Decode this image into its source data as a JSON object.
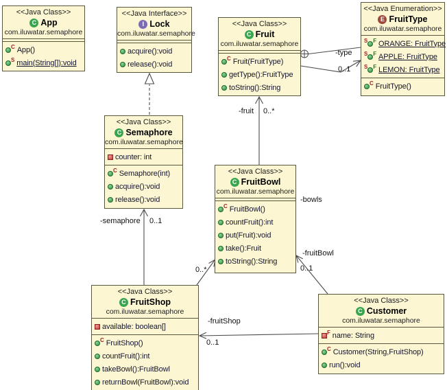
{
  "diagram": {
    "order": [
      "app",
      "lock",
      "fruit",
      "fruittype",
      "semaphore",
      "fruitbowl",
      "fruitshop",
      "customer"
    ],
    "classes": {
      "app": {
        "stereotype": "<<Java Class>>",
        "icon": "C",
        "icon_kind": "class",
        "name": "App",
        "package": "com.iluwatar.semaphore",
        "fields": [],
        "methods": [
          {
            "text": "App()",
            "icon": "public",
            "post": "C",
            "post_color": "red"
          },
          {
            "text": "main(String[]):void",
            "icon": "public",
            "post": "S",
            "post_color": "red",
            "underline": true
          }
        ]
      },
      "lock": {
        "stereotype": "<<Java Interface>>",
        "icon": "I",
        "icon_kind": "interface",
        "name": "Lock",
        "package": "com.iluwatar.semaphore",
        "fields": [],
        "methods": [
          {
            "text": "acquire():void",
            "icon": "public"
          },
          {
            "text": "release():void",
            "icon": "public"
          }
        ]
      },
      "fruit": {
        "stereotype": "<<Java Class>>",
        "icon": "C",
        "icon_kind": "class",
        "name": "Fruit",
        "package": "com.iluwatar.semaphore",
        "fields": [],
        "methods": [
          {
            "text": "Fruit(FruitType)",
            "icon": "public",
            "post": "C",
            "post_color": "red"
          },
          {
            "text": "getType():FruitType",
            "icon": "public"
          },
          {
            "text": "toString():String",
            "icon": "public"
          }
        ]
      },
      "fruittype": {
        "stereotype": "<<Java Enumeration>>",
        "icon": "E",
        "icon_kind": "enum",
        "name": "FruitType",
        "package": "com.iluwatar.semaphore",
        "fields": [
          {
            "text": "ORANGE: FruitType",
            "icon": "public",
            "pre": "S",
            "pre_color": "red",
            "post": "F",
            "post_color": "green",
            "underline": true
          },
          {
            "text": "APPLE: FruitType",
            "icon": "public",
            "pre": "S",
            "pre_color": "red",
            "post": "F",
            "post_color": "green",
            "underline": true
          },
          {
            "text": "LEMON: FruitType",
            "icon": "public",
            "pre": "S",
            "pre_color": "red",
            "post": "F",
            "post_color": "green",
            "underline": true
          }
        ],
        "methods": [
          {
            "text": "FruitType()",
            "icon": "public",
            "post": "C",
            "post_color": "red"
          }
        ]
      },
      "semaphore": {
        "stereotype": "<<Java Class>>",
        "icon": "C",
        "icon_kind": "class",
        "name": "Semaphore",
        "package": "com.iluwatar.semaphore",
        "fields": [
          {
            "text": "counter: int",
            "icon": "private"
          }
        ],
        "methods": [
          {
            "text": "Semaphore(int)",
            "icon": "public",
            "post": "C",
            "post_color": "red"
          },
          {
            "text": "acquire():void",
            "icon": "public"
          },
          {
            "text": "release():void",
            "icon": "public"
          }
        ]
      },
      "fruitbowl": {
        "stereotype": "<<Java Class>>",
        "icon": "C",
        "icon_kind": "class",
        "name": "FruitBowl",
        "package": "com.iluwatar.semaphore",
        "fields": [],
        "methods": [
          {
            "text": "FruitBowl()",
            "icon": "public",
            "post": "C",
            "post_color": "red"
          },
          {
            "text": "countFruit():int",
            "icon": "public"
          },
          {
            "text": "put(Fruit):void",
            "icon": "public"
          },
          {
            "text": "take():Fruit",
            "icon": "public"
          },
          {
            "text": "toString():String",
            "icon": "public"
          }
        ]
      },
      "fruitshop": {
        "stereotype": "<<Java Class>>",
        "icon": "C",
        "icon_kind": "class",
        "name": "FruitShop",
        "package": "com.iluwatar.semaphore",
        "fields": [
          {
            "text": "available: boolean[]",
            "icon": "private"
          }
        ],
        "methods": [
          {
            "text": "FruitShop()",
            "icon": "public",
            "post": "C",
            "post_color": "red"
          },
          {
            "text": "countFruit():int",
            "icon": "public"
          },
          {
            "text": "takeBowl():FruitBowl",
            "icon": "public"
          },
          {
            "text": "returnBowl(FruitBowl):void",
            "icon": "public"
          }
        ]
      },
      "customer": {
        "stereotype": "<<Java Class>>",
        "icon": "C",
        "icon_kind": "class",
        "name": "Customer",
        "package": "com.iluwatar.semaphore",
        "fields": [
          {
            "text": "name: String",
            "icon": "private",
            "post": "F",
            "post_color": "red"
          }
        ],
        "methods": [
          {
            "text": "Customer(String,FruitShop)",
            "icon": "public",
            "post": "C",
            "post_color": "red"
          },
          {
            "text": "run():void",
            "icon": "public"
          }
        ]
      }
    },
    "edge_labels": {
      "semaphore_role": "-semaphore",
      "semaphore_mult": "0..1",
      "fruit_role": "-fruit",
      "fruit_mult": "0..*",
      "type_role": "-type",
      "type_mult": "0..1",
      "bowls_role": "-bowls",
      "bowls_mult": "0..*",
      "fruitbowl_role": "-fruitBowl",
      "fruitbowl_mult": "0..1",
      "fruitshop_role": "-fruitShop",
      "fruitshop_mult": "0..1"
    },
    "colors": {
      "box_fill": "#FCF7D2",
      "box_border": "#56563C",
      "line": "#4a4a4a",
      "class_icon": "#3AA54F",
      "interface_icon": "#7D6BB5",
      "enum_icon": "#A0483A"
    }
  }
}
